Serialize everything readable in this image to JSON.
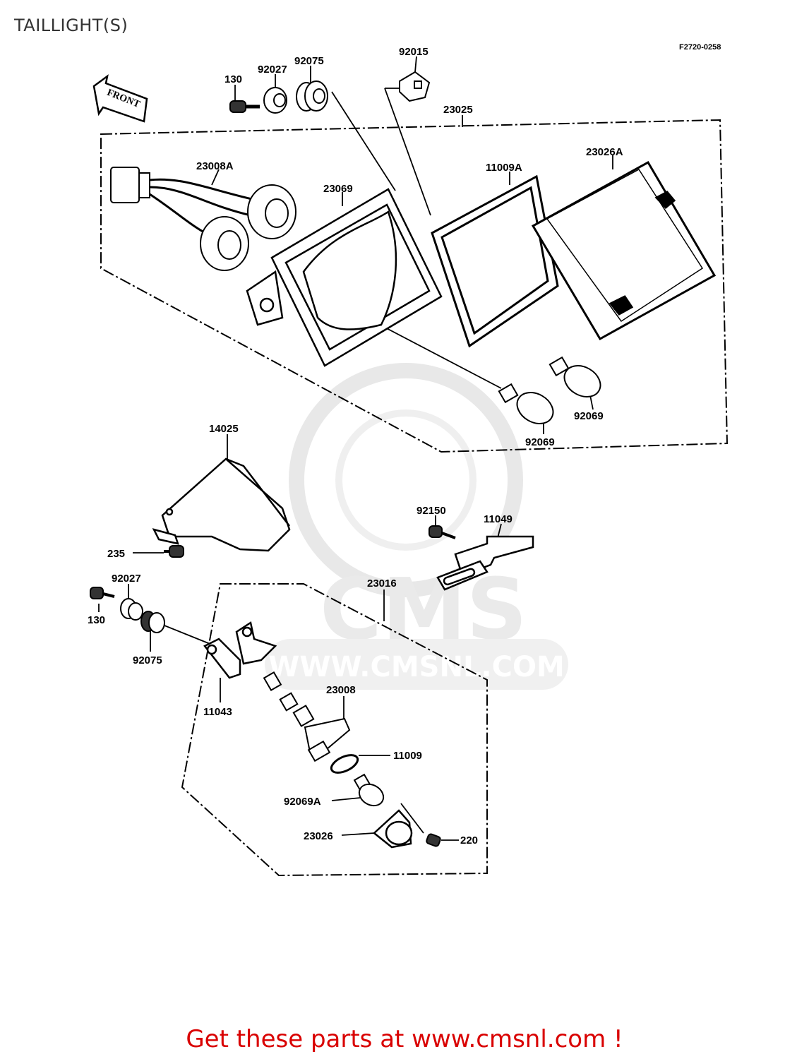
{
  "page": {
    "title": "TAILLIGHT(S)",
    "footer_text": "Get these parts at www.cmsnl.com !",
    "footer_color": "#d90000"
  },
  "diagram": {
    "drawing_code": "F2720-0258",
    "front_arrow_text": "FRONT",
    "watermark": {
      "logo_text": "CMS",
      "url_text": "WWW.CMSNL.COM"
    },
    "labels": {
      "p130_top": "130",
      "p92027_top": "92027",
      "p92075_top": "92075",
      "p92015": "92015",
      "p23025": "23025",
      "p23008A": "23008A",
      "p23069": "23069",
      "p11009A": "11009A",
      "p23026A": "23026A",
      "p92069_right": "92069",
      "p92069_left": "92069",
      "p14025": "14025",
      "p235": "235",
      "p92150": "92150",
      "p11049": "11049",
      "p92027_bottom": "92027",
      "p130_bottom": "130",
      "p92075_bottom": "92075",
      "p23016": "23016",
      "p11043": "11043",
      "p23008": "23008",
      "p11009": "11009",
      "p92069A": "92069A",
      "p23026": "23026",
      "p220": "220"
    }
  }
}
